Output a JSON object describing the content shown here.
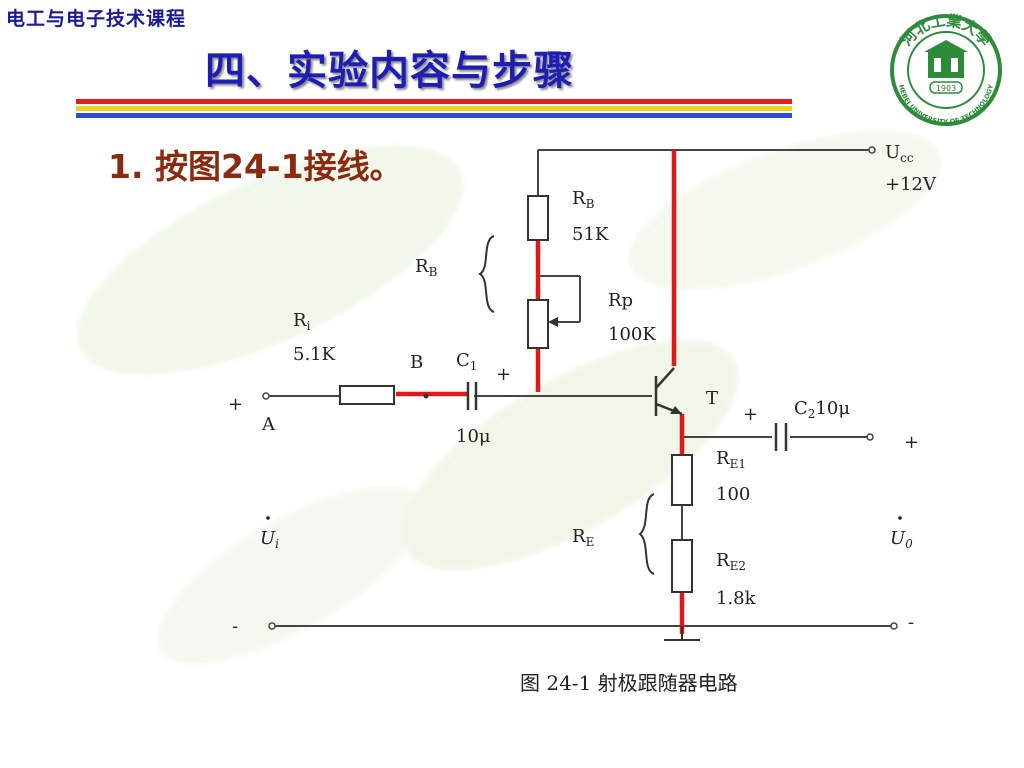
{
  "course": "电工与电子技术课程",
  "title": "四、实验内容与步骤",
  "step": "1. 按图24-1接线。",
  "colors": {
    "title": "#1e1eb4",
    "step": "#8b2a0e",
    "bar_red": "#e02020",
    "bar_yellow": "#f2d21a",
    "bar_blue": "#2a4fd0",
    "logo_green": "#2e8b3a",
    "red_wire": "#e01818"
  },
  "logo": {
    "text": "河北工業大學",
    "year": "1903",
    "english": "HEBEI UNIVERSITY OF TECHNOLOGY"
  },
  "circuit": {
    "ucc": {
      "name": "U",
      "sub": "cc",
      "value": "+12V"
    },
    "rb_top": {
      "name": "R",
      "sub": "B",
      "value": "51K"
    },
    "rb_group": {
      "name": "R",
      "sub": "B"
    },
    "rp": {
      "name": "Rp",
      "value": "100K"
    },
    "ri": {
      "name": "R",
      "sub": "i",
      "value": "5.1K"
    },
    "c1": {
      "name": "C",
      "sub": "1",
      "value": "10μ",
      "plus": "+"
    },
    "c2": {
      "name": "C",
      "sub": "2",
      "value": "10μ",
      "plus": "+"
    },
    "node_a": "A",
    "node_b": "B",
    "transistor": "T",
    "re1": {
      "name": "R",
      "sub": "E1",
      "value": "100"
    },
    "re2": {
      "name": "R",
      "sub": "E2",
      "value": "1.8k"
    },
    "re_group": {
      "name": "R",
      "sub": "E"
    },
    "ui": {
      "name": "U",
      "sub": "i"
    },
    "uo": {
      "name": "U",
      "sub": "0"
    },
    "in_plus": "+",
    "in_minus": "-",
    "out_plus": "+",
    "out_minus": "-",
    "caption": "图 24-1   射极跟随器电路"
  }
}
